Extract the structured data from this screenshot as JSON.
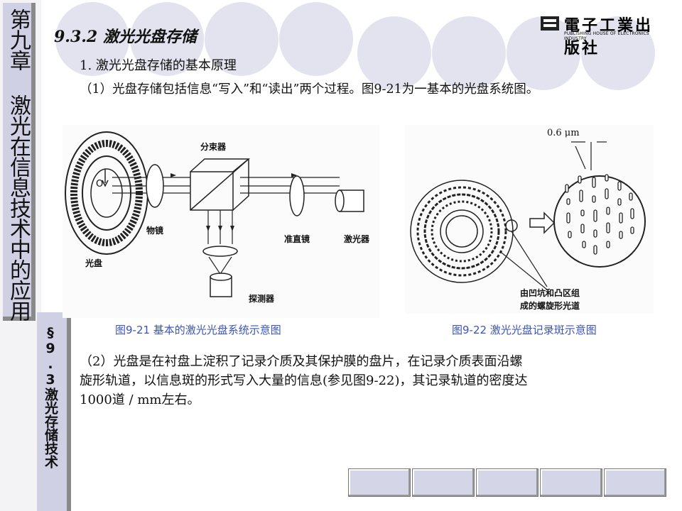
{
  "chapter_title": "第九章 激光在信息技术中的应用",
  "section_title": "§9.3激光存储技术",
  "heading": "9.3.2 激光光盘存储",
  "logo": {
    "main": "電子工業出版社",
    "sub": "PUBLISHING HOUSE OF ELECTRONICS INDUSTRY"
  },
  "lines": {
    "line1": "1. 激光光盘存储的基本原理",
    "line2": "（1）光盘存储包括信息“写入”和“读出”两个过程。图9-21为一基本的光盘系统图。"
  },
  "figure1": {
    "caption": "图9-21  基本的激光光盘系统示意图",
    "labels": {
      "beam_splitter": "分束器",
      "objective": "物镜",
      "collimator": "准直镜",
      "laser": "激光器",
      "disc": "光盘",
      "detector": "探测器",
      "center": "O"
    }
  },
  "figure2": {
    "caption": "图9-22  激光光盘记录斑示意图",
    "labels": {
      "pitch": "0.6 μm",
      "track_note_1": "由凹坑和凸区组",
      "track_note_2": "成的螺旋形光道"
    }
  },
  "para2": {
    "l1": "（2）光盘是在衬盘上淀积了记录介质及其保护膜的盘片，在记录介质表面沿螺",
    "l2": "旋形轨道，以信息斑的形式写入大量的信息(参见图9-22)，其记录轨道的密度达",
    "l3": "1000道 / mm左右。"
  }
}
